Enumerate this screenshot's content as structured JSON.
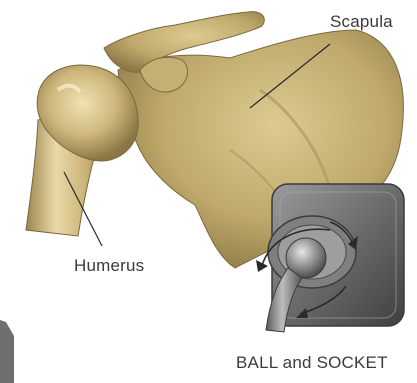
{
  "labels": {
    "scapula": "Scapula",
    "humerus": "Humerus",
    "ball_and_socket": "BALL and SOCKET"
  },
  "colors": {
    "background": "#ffffff",
    "bone_light": "#e3d3a0",
    "bone_mid": "#c3ae72",
    "bone_dark": "#8f7b47",
    "joint_metal": "#8c8c8c",
    "joint_plate": "#5f6060",
    "arrow": "#2b2b2b",
    "text": "#3a3a3a"
  }
}
